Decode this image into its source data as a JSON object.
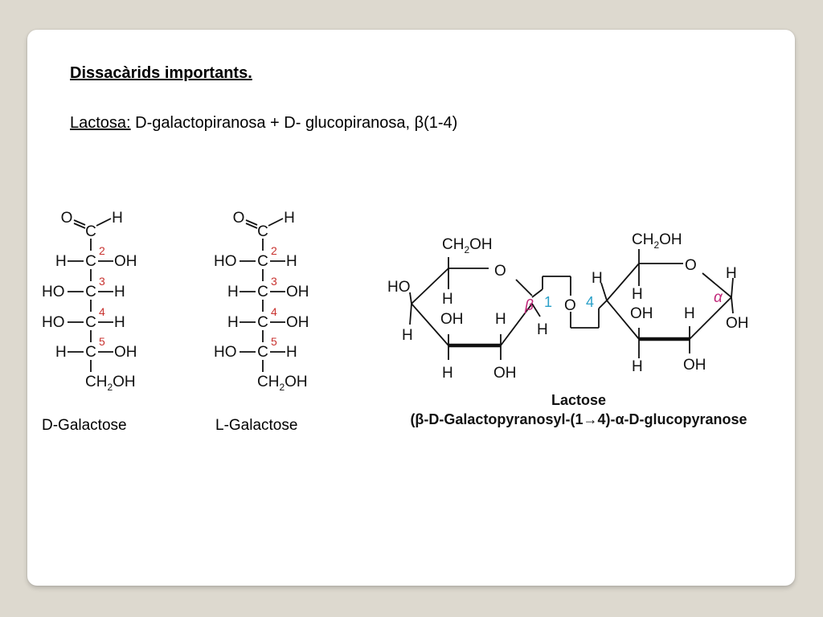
{
  "slide": {
    "heading": "Dissacàrids importants.",
    "lactosa_label": "Lactosa:",
    "lactosa_desc": "D-galactopiranosa + D- glucopiranosa, β(1-4)"
  },
  "fischer": {
    "d_caption": "D-Galactose",
    "l_caption": "L-Galactose",
    "O": "O",
    "H": "H",
    "C": "C",
    "OH": "OH",
    "HO": "HO",
    "num2": "2",
    "num3": "3",
    "num4": "4",
    "num5": "5",
    "CH2_C": "CH",
    "CH2_sub": "2",
    "CH2_OH": "OH"
  },
  "haworth": {
    "gal_ch2": "CH",
    "gal_ch2_sub": "2",
    "gal_ch2_oh": "OH",
    "ring_o": "O",
    "HO": "HO",
    "H": "H",
    "OH": "OH",
    "beta": "β",
    "pos1": "1",
    "bridge_o": "O",
    "pos4": "4",
    "alpha": "α",
    "name": "Lactose",
    "systematic": "(β-D-Galactopyranosyl-(1→4)-α-D-glucopyranose"
  },
  "colors": {
    "num_red": "#c8322f",
    "beta_magenta": "#c1287a",
    "pos_cyan": "#2aa0c8"
  }
}
